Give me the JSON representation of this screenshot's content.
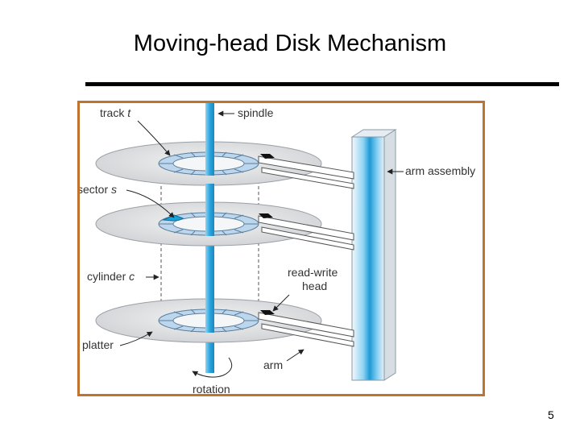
{
  "slide": {
    "title": "Moving-head Disk Mechanism",
    "page_number": "5"
  },
  "figure": {
    "labels": {
      "track": "track",
      "track_var": "t",
      "spindle": "spindle",
      "arm_assembly": "arm assembly",
      "sector": "sector",
      "sector_var": "s",
      "cylinder": "cylinder",
      "cylinder_var": "c",
      "read_write_1": "read-write",
      "read_write_2": "head",
      "platter": "platter",
      "arm": "arm",
      "rotation": "rotation"
    },
    "colors": {
      "frame": "#c0722f",
      "spindle": "#2aa6dd",
      "platter": "#d9dadc",
      "track_band": "#bcd6ee",
      "sector_highlight": "#19a3dc",
      "head": "#111111"
    }
  }
}
